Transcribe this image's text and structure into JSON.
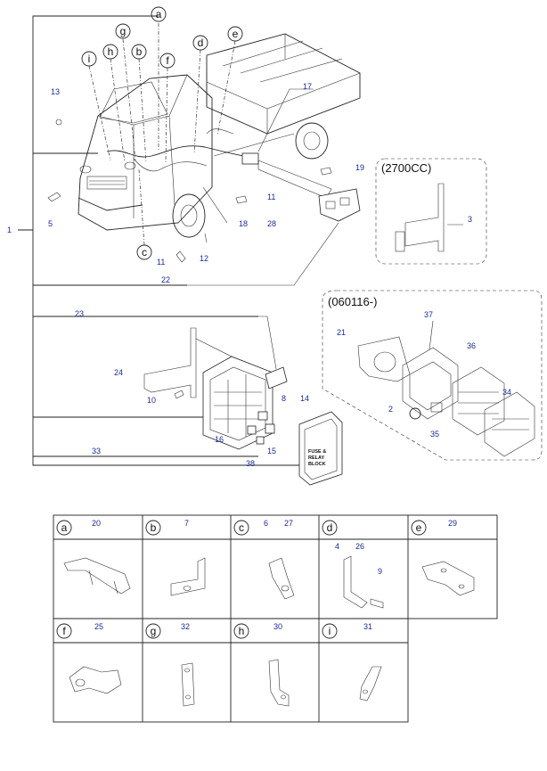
{
  "callouts": {
    "n1": "1",
    "n2": "2",
    "n3": "3",
    "n5": "5",
    "n8": "8",
    "n10": "10",
    "n11a": "11",
    "n11b": "11",
    "n12": "12",
    "n13": "13",
    "n14": "14",
    "n15": "15",
    "n16": "16",
    "n17": "17",
    "n18": "18",
    "n19": "19",
    "n21": "21",
    "n22": "22",
    "n23": "23",
    "n24": "24",
    "n28": "28",
    "n33": "33",
    "n34": "34",
    "n35": "35",
    "n36": "36",
    "n37": "37",
    "n38": "38"
  },
  "letters": {
    "a": "a",
    "b": "b",
    "c": "c",
    "d": "d",
    "e": "e",
    "f": "f",
    "g": "g",
    "h": "h",
    "i": "i"
  },
  "variants": {
    "engine": "(2700CC)",
    "date": "(060116-)"
  },
  "cover_label": [
    "FUSE &",
    "RELAY",
    "BLOCK"
  ],
  "table": {
    "row1": [
      {
        "letter": "a",
        "parts": [
          "20"
        ]
      },
      {
        "letter": "b",
        "parts": [
          "7"
        ]
      },
      {
        "letter": "c",
        "parts": [
          "6",
          "27"
        ]
      },
      {
        "letter": "d",
        "parts": [
          "4",
          "26",
          "9"
        ]
      },
      {
        "letter": "e",
        "parts": [
          "29"
        ]
      }
    ],
    "row2": [
      {
        "letter": "f",
        "parts": [
          "25"
        ]
      },
      {
        "letter": "g",
        "parts": [
          "32"
        ]
      },
      {
        "letter": "h",
        "parts": [
          "30"
        ]
      },
      {
        "letter": "i",
        "parts": [
          "31"
        ]
      }
    ]
  }
}
